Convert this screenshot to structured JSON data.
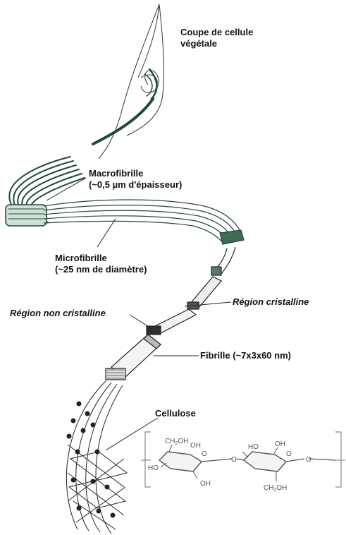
{
  "labels": {
    "cell_section_line1": "Coupe de cellule",
    "cell_section_line2": "végétale",
    "macrofibril_line1": "Macrofibrille",
    "macrofibril_line2": "(~0,5 µm d'épaisseur)",
    "microfibril_line1": "Microfibrille",
    "microfibril_line2": "(~25 nm de diamètre)",
    "non_crystalline_region": "Région non cristalline",
    "crystalline_region": "Région cristalline",
    "fibril": "Fibrille (~7x3x60 nm)",
    "cellulose": "Cellulose"
  },
  "formula": {
    "ch2oh_top": "CH2OH",
    "ch2oh_bottom": "CH2OH",
    "oh_1": "OH",
    "oh_2": "OH",
    "oh_3": "OH",
    "ho_1": "HO",
    "ho_2": "HO",
    "o_ring_1": "O",
    "o_ring_2": "O",
    "o_bridge": "O",
    "o_end": "O"
  },
  "colors": {
    "fiber_green": "#1f4a37",
    "line_dark": "#222222",
    "bracket_gray": "#8a8a8a"
  }
}
